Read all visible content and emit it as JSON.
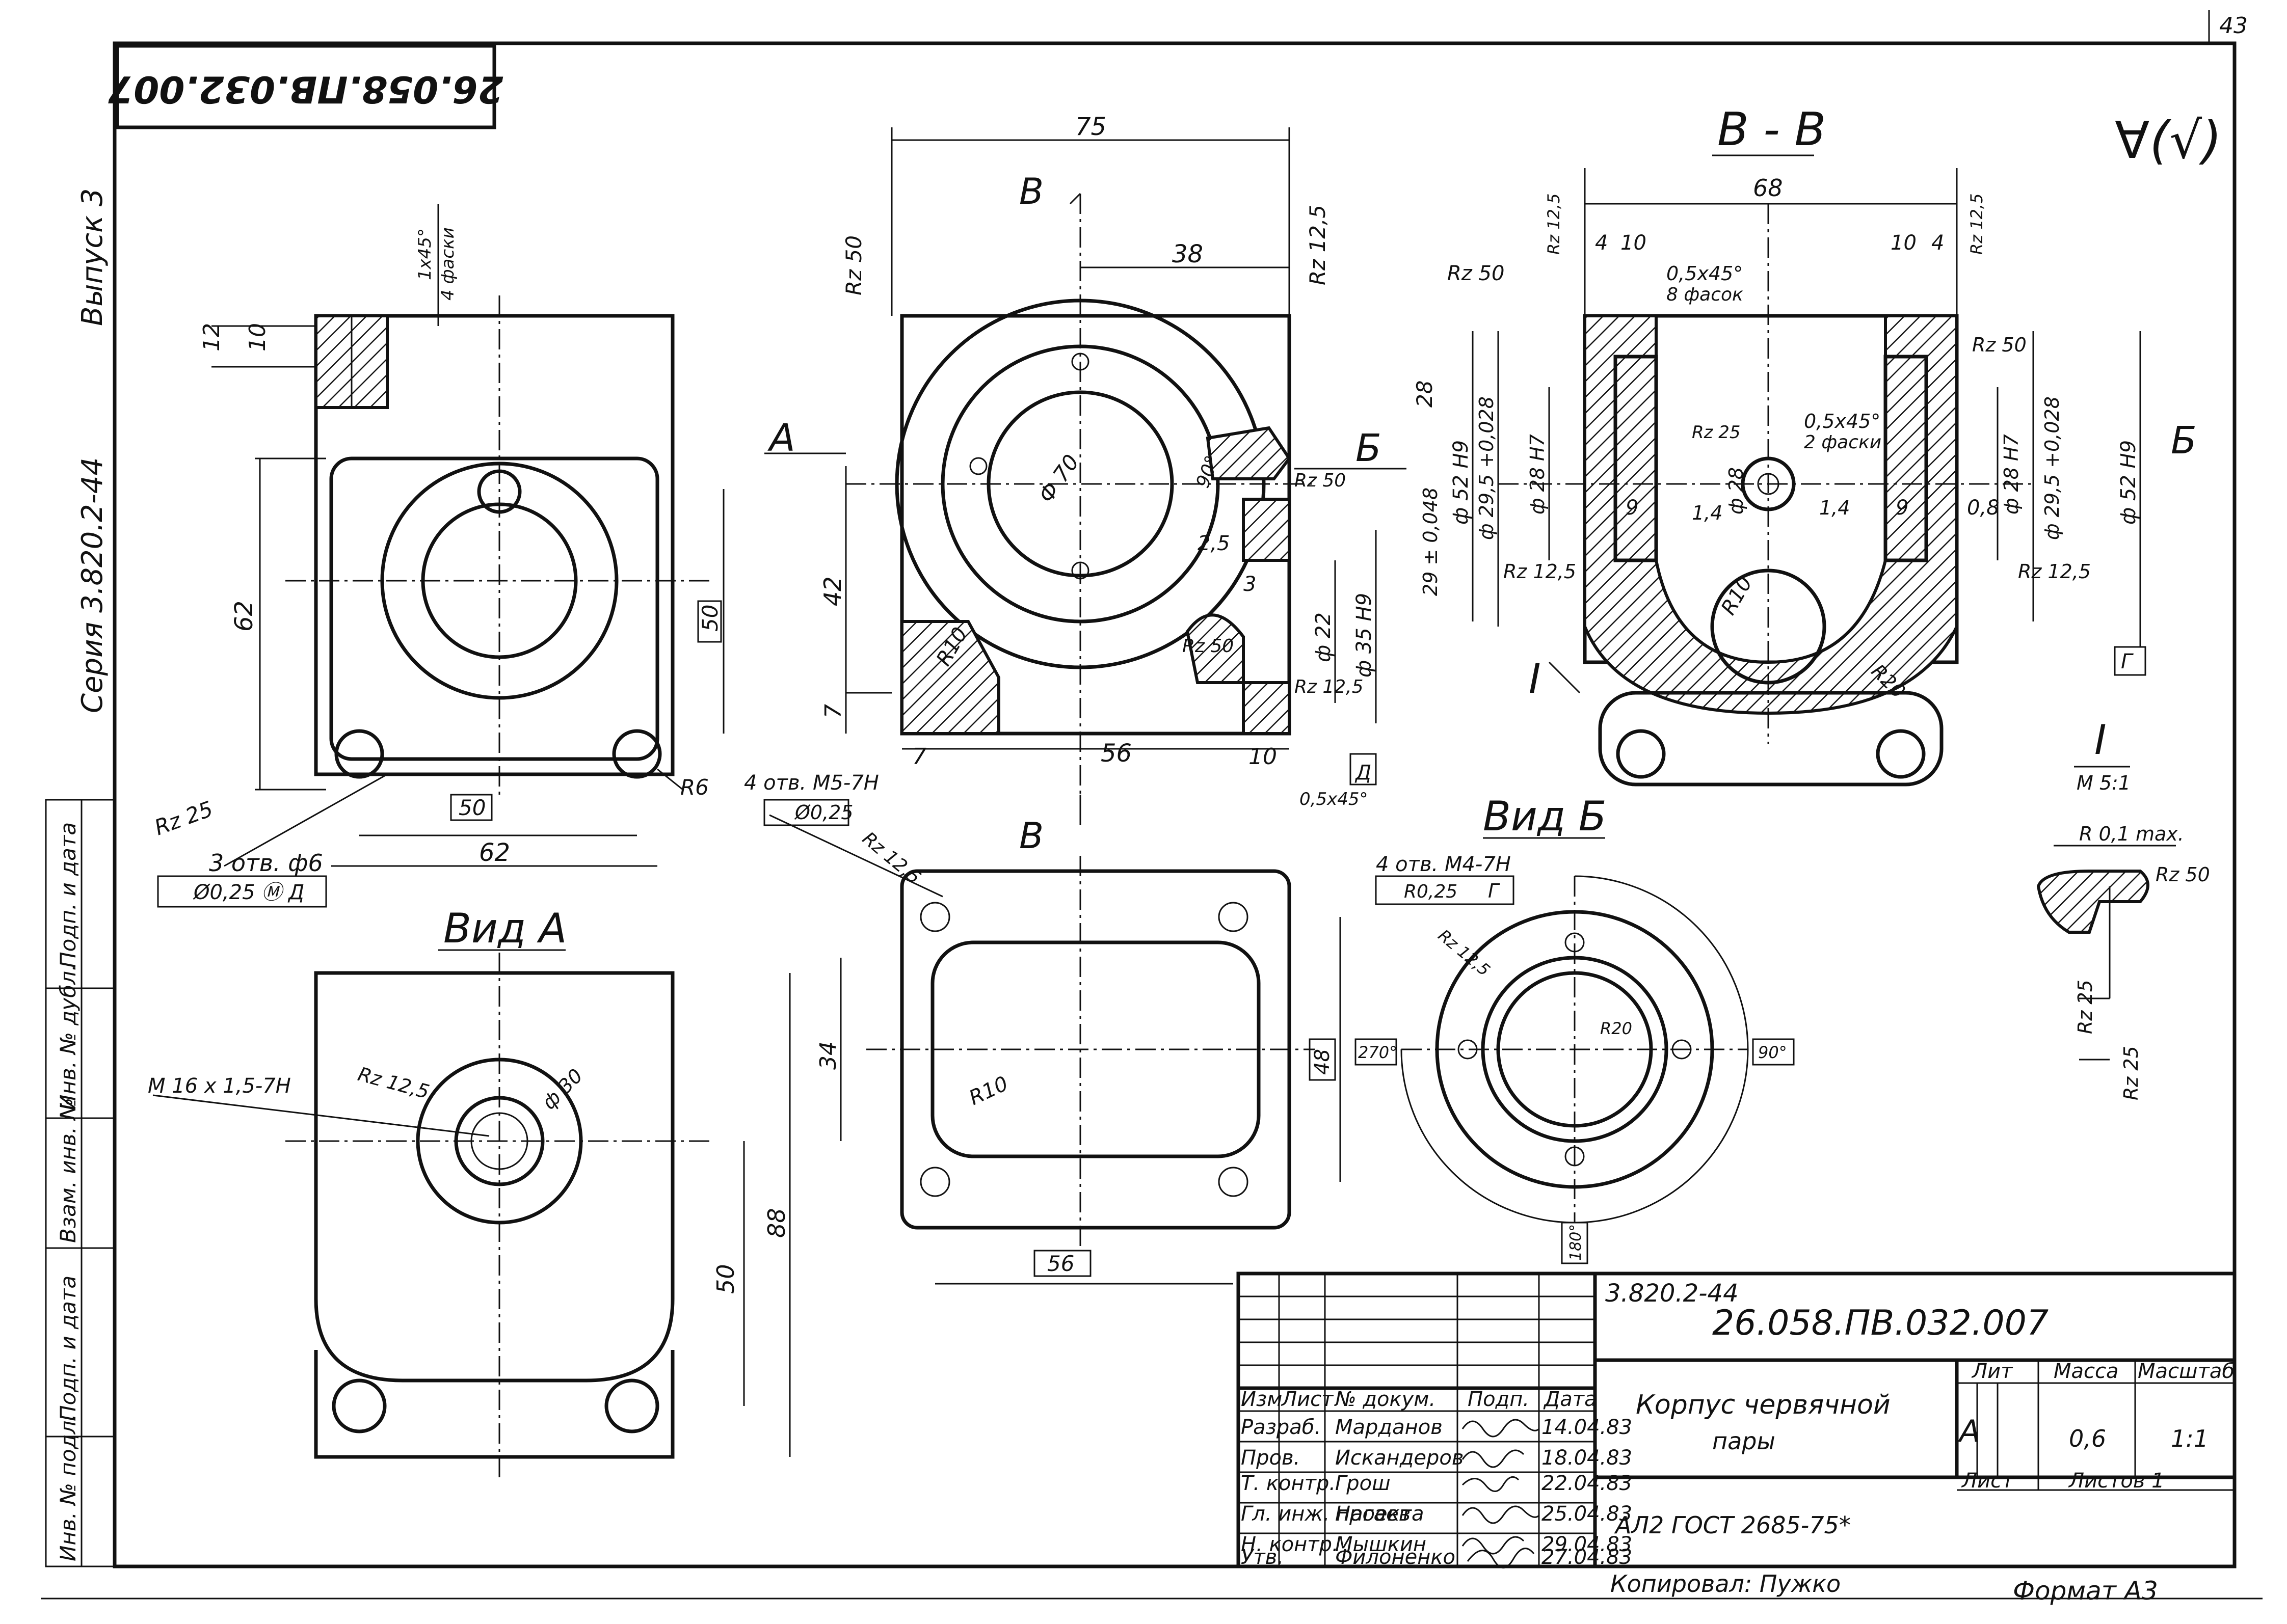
{
  "sheet": {
    "page_number": "43",
    "rotated_code": "26.058.ПВ.032.007",
    "side_series": "Серия 3.820.2-44",
    "side_issue": "Выпуск 3",
    "roughness_mark": "∀(√)"
  },
  "left_strip": [
    "Подп. и дата",
    "Инв. № дубл.",
    "Взам. инв. №",
    "Подп. и дата",
    "Инв. № подл."
  ],
  "views": {
    "section_bb_title": "В - В",
    "vid_a_title": "Вид А",
    "vid_b_title": "Вид Б",
    "detail_title": "I",
    "detail_scale": "М 5:1",
    "cut_letter_a": "А",
    "cut_letter_b": "Б",
    "cut_letter_v": "В"
  },
  "dims_front": {
    "d12": "12",
    "d10": "10",
    "chamfer": "1х45°",
    "chamfer_count": "4 фаски",
    "d62": "62",
    "d50v": "50",
    "d50h": "50",
    "d62h": "62",
    "r6": "R6",
    "rz25": "Rz 25",
    "holes": "3 отв. ф6",
    "tol": "Ø0,25 Ⓜ Д"
  },
  "dims_side": {
    "d75": "75",
    "d38": "38",
    "rz50": "Rz 50",
    "rz125": "Rz 12,5",
    "phi70": "Ф 70",
    "a90": "90°",
    "d42": "42",
    "d7": "7",
    "d56": "56",
    "d10": "10",
    "r10": "R10",
    "d25": "2,5",
    "d3": "3",
    "phi22": "ф 22",
    "phi35": "ф 35 Н9",
    "chamfer": "0,5х45°",
    "datum_d": "Д",
    "holes": "4 отв. М5-7Н",
    "tol": "Ø0,25"
  },
  "dims_bb": {
    "d68": "68",
    "d4": "4",
    "d10": "10",
    "rz50": "Rz 50",
    "rz125": "Rz 12,5",
    "chamfer8": "0,5х45°",
    "chamfer8_count": "8 фасок",
    "chamfer2": "0,5х45°",
    "chamfer2_count": "2 фаски",
    "d28": "28",
    "phi52": "ф 52 Н9",
    "phi295": "ф 29,5 +0,028",
    "phi28": "ф 28 Н7",
    "d9": "9",
    "d14": "1,4",
    "phi28b": "ф 28",
    "rz25": "Rz 25",
    "r10": "R10",
    "r20": "R20",
    "d08": "0,8",
    "d29": "29 ± 0,048",
    "datum_g": "Г",
    "roman": "I"
  },
  "dims_vid_a": {
    "thread": "М 16 х 1,5-7Н",
    "rz": "Rz 12,5",
    "phi30": "ф 30",
    "d50": "50",
    "d88": "88"
  },
  "dims_vid_v": {
    "rz": "Rz 12,5",
    "d34": "34",
    "d48": "48",
    "r10": "R10",
    "d56": "56"
  },
  "dims_vid_b": {
    "holes": "4 отв. М4-7Н",
    "tol": "R0,25",
    "datum": "Г",
    "rz": "Rz 12,5",
    "r20": "R20",
    "a270": "270°",
    "a90": "90°",
    "a180": "180°"
  },
  "dims_detail": {
    "r01": "R 0,1 max.",
    "rz50": "Rz 50",
    "rz25a": "Rz 25",
    "rz25b": "Rz 25"
  },
  "title_block": {
    "doc_series": "3.820.2-44",
    "doc_code": "26.058.ПВ.032.007",
    "name_line1": "Корпус червячной",
    "name_line2": "пары",
    "material": "АЛ2 ГОСТ 2685-75*",
    "col_lit": "Лит",
    "col_mass": "Масса",
    "col_scale": "Масштаб",
    "lit": "А",
    "mass": "0,6",
    "scale": "1:1",
    "sheet_label": "Лист",
    "sheets_label": "Листов 1",
    "header": [
      "Изм",
      "Лист",
      "№ докум.",
      "Подп.",
      "Дата"
    ],
    "rows": [
      {
        "role": "Разраб.",
        "name": "Марданов",
        "date": "14.04.83"
      },
      {
        "role": "Пров.",
        "name": "Искандеров",
        "date": "18.04.83"
      },
      {
        "role": "Т. контр.",
        "name": "Грош",
        "date": "22.04.83"
      },
      {
        "role": "Гл. инж. проекта",
        "name": "Нагаев",
        "date": "25.04.83"
      },
      {
        "role": "Н. контр.",
        "name": "Мышкин",
        "date": "29.04.83"
      },
      {
        "role": "Утв.",
        "name": "Филоненко",
        "date": "27.04.83"
      }
    ],
    "copied": "Копировал: Пужко",
    "format": "Формат А3"
  }
}
